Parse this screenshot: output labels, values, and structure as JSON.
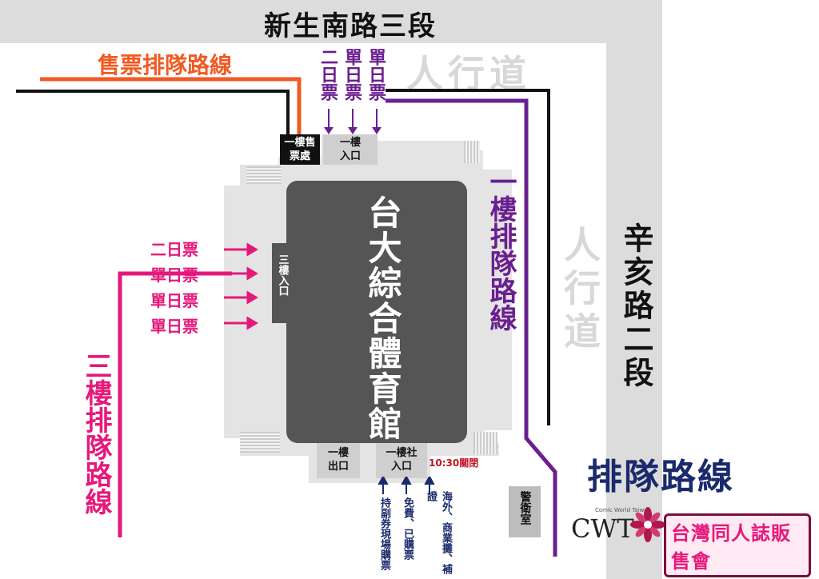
{
  "roads": {
    "north": "新生南路三段",
    "east": "辛亥路二段",
    "sidewalk_top": "人行道",
    "sidewalk_right": "人行道"
  },
  "building": {
    "name": "台大綜合體育館",
    "entrance_1f": "一樓入口",
    "ticket_office_1f": "一樓售票處",
    "entrance_3f": "三樓入口",
    "exit_1f": "一樓出口",
    "club_entrance_1f": "一樓社入口",
    "club_close_time": "10:30關閉",
    "guard_room": "警衛室"
  },
  "lines": {
    "ticket_queue": "售票排隊路線",
    "floor1_queue": "一樓排隊路線",
    "floor3_queue": "三樓排隊路線"
  },
  "top_ticket_labels": [
    "二日票",
    "單日票",
    "單日票"
  ],
  "left_ticket_labels": [
    "二日票",
    "單日票",
    "單日票",
    "單日票"
  ],
  "bottom_labels": [
    "持副券現場購票",
    "免費、已購票",
    "海外、商業攤、補證"
  ],
  "legend": {
    "title": "排隊路線",
    "logo_text": "CWT",
    "logo_small": "Comic World Taiwan",
    "event_name": "台灣同人誌販售會"
  },
  "colors": {
    "orange": "#f05a23",
    "purple": "#6a1f8f",
    "pink": "#e5197b",
    "navy": "#1a2a6c",
    "dark_red": "#c1121f"
  }
}
